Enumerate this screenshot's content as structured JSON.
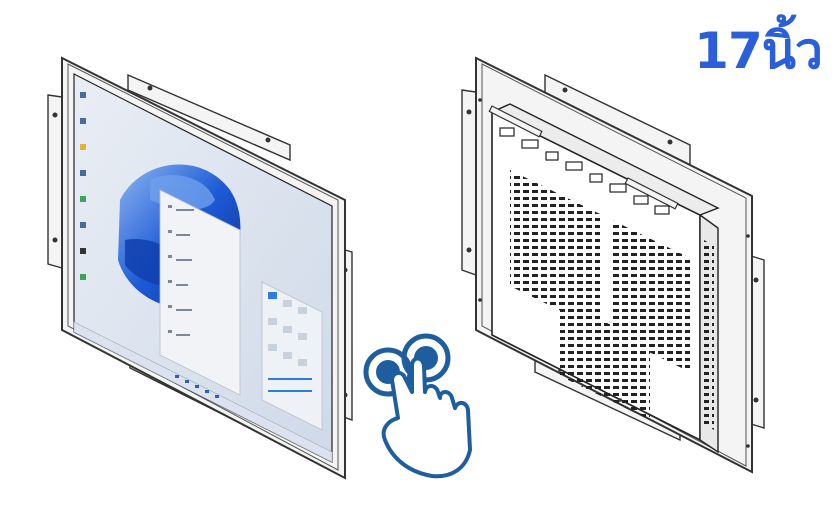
{
  "product": {
    "size_label": "17นิ้ว"
  },
  "colors": {
    "size_label": "#2b5fd9",
    "touch_icon": "#1f5e9e",
    "frame_outline": "#333333",
    "frame_fill": "#f4f4f4",
    "wallpaper_bg": "#dfe5ee",
    "bloom_blue": "#1d5bd6"
  },
  "icons": {
    "touch": "two-finger-touch-icon"
  },
  "views": {
    "front": "monitor-front-view",
    "back": "monitor-back-view"
  }
}
